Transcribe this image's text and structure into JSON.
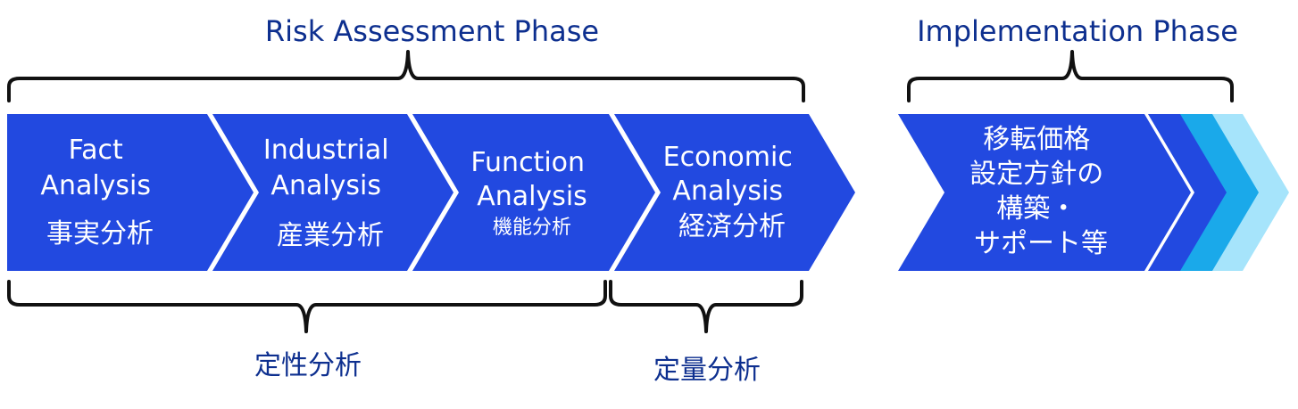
{
  "phases": {
    "risk_assessment": "Risk Assessment Phase",
    "implementation": "Implementation Phase"
  },
  "steps": [
    {
      "line1": "Fact",
      "line2": "Analysis",
      "line3": "事実分析"
    },
    {
      "line1": "Industrial",
      "line2": "Analysis",
      "line3": "産業分析"
    },
    {
      "line1": "Function",
      "line2": "Analysis",
      "line3": "機能分析"
    },
    {
      "line1": "Economic",
      "line2": "Analysis",
      "line3": "経済分析"
    }
  ],
  "implementation_step": {
    "line1": "移転価格",
    "line2": "設定方針の",
    "line3": "構築・",
    "line4": "サポート等"
  },
  "groups": {
    "qualitative": "定性分析",
    "quantitative": "定量分析"
  },
  "colors": {
    "primary_blue": "#2249e0",
    "cyan": "#1aa9ea",
    "light_cyan": "#a6e4fb",
    "text_navy": "#0d2f8f",
    "brace": "#111111"
  }
}
